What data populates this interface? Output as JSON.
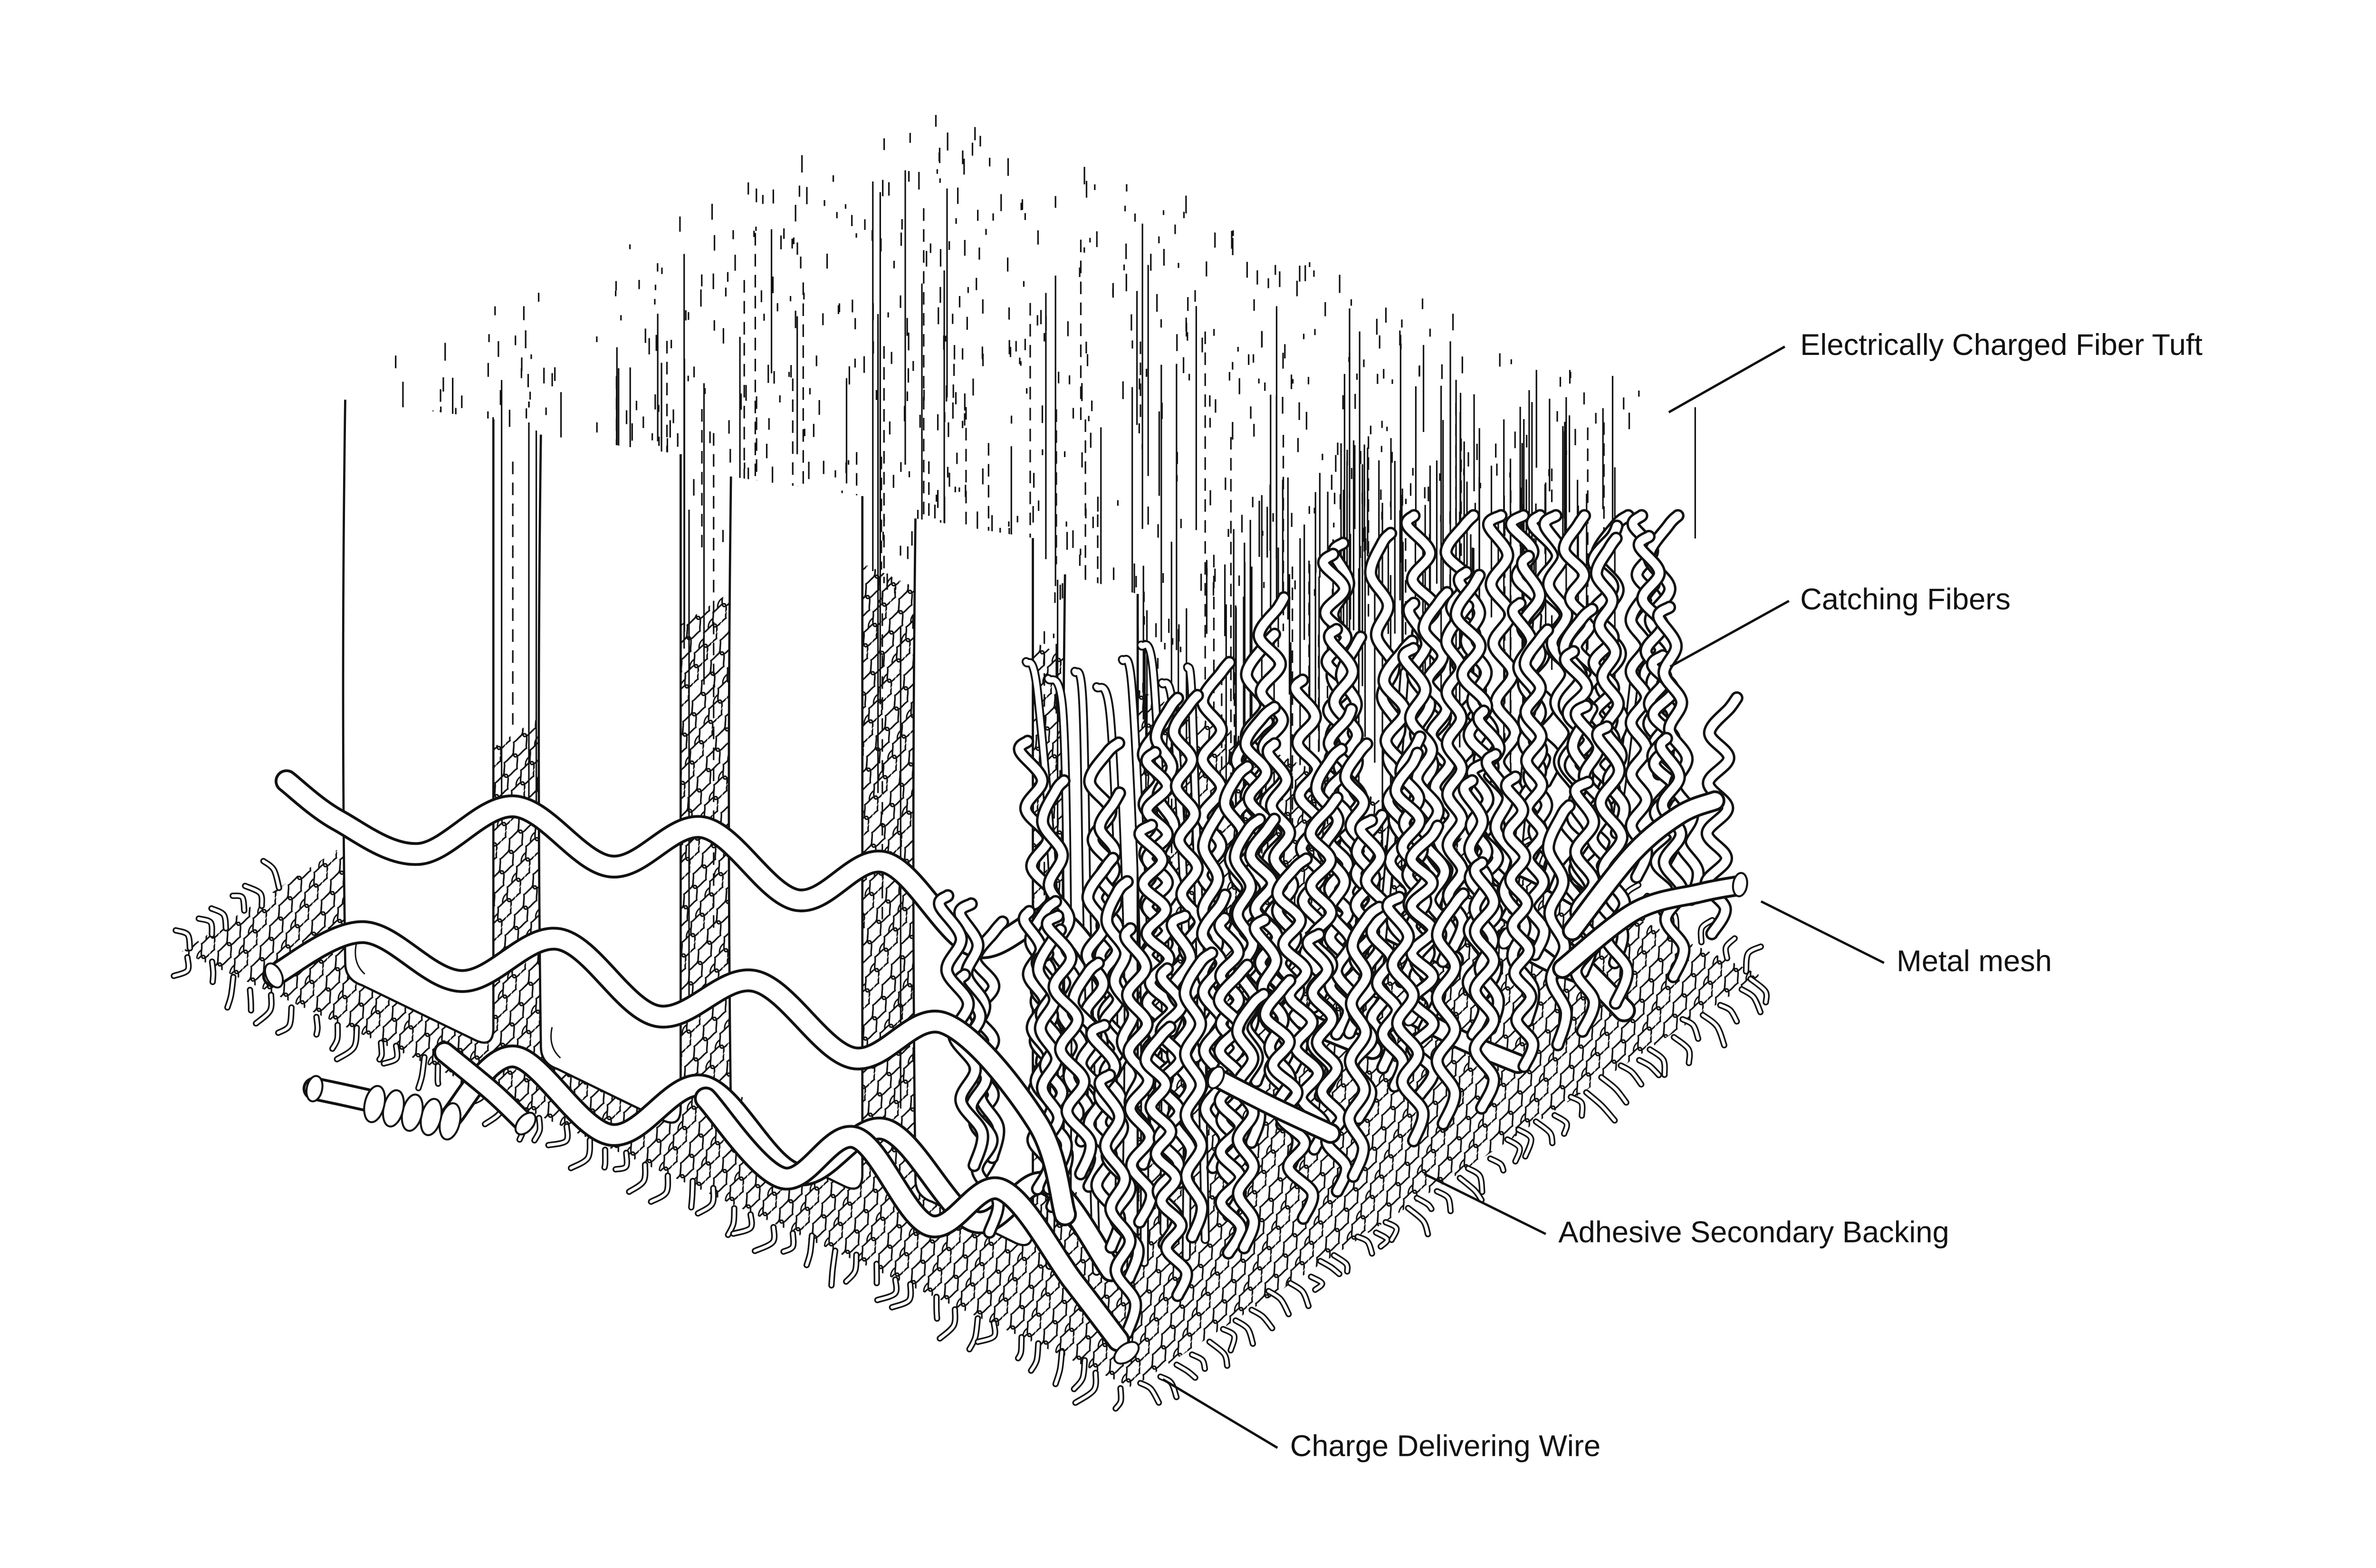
{
  "figure": {
    "background": "#ffffff",
    "ink": "#111111",
    "description": "Isometric line drawing of an electrostatic carpet cross-section"
  },
  "labels": [
    {
      "id": "fiber-tuft",
      "text": "Electrically Charged Fiber Tuft"
    },
    {
      "id": "catching-fibers",
      "text": "Catching Fibers"
    },
    {
      "id": "metal-mesh",
      "text": "Metal mesh"
    },
    {
      "id": "adhesive-secondary-backing",
      "text": "Adhesive Secondary Backing"
    },
    {
      "id": "charge-delivering-wire",
      "text": "Charge Delivering Wire"
    }
  ]
}
